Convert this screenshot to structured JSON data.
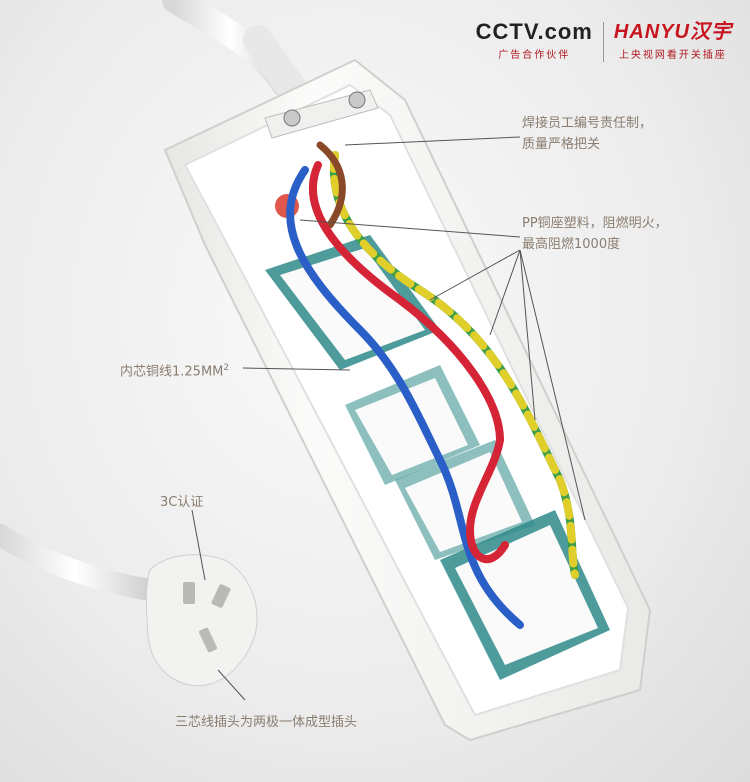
{
  "logos": {
    "cctv": {
      "name": "CCTV.com",
      "tagline": "广告合作伙伴"
    },
    "hanyu": {
      "name": "HANYU汉宇",
      "tagline": "上央视网看开关插座"
    }
  },
  "annotations": {
    "weld": {
      "line1": "焊接员工编号责任制，",
      "line2": "质量严格把关"
    },
    "pp": {
      "line1": "PP铜座塑料，阻燃明火，",
      "line2": "最高阻燃1000度"
    },
    "copper": {
      "text": "内芯铜线1.25MM",
      "sup": "2"
    },
    "cert": {
      "text": "3C认证"
    },
    "plug": {
      "text": "三芯线插头为两极一体成型插头"
    }
  },
  "colors": {
    "wire_live": "#d42436",
    "wire_neutral": "#2b5fc8",
    "wire_ground_yellow": "#e0cf2a",
    "wire_ground_green": "#3a9e4a",
    "wire_brown": "#8a4a2a",
    "socket_teal": "#2f8a8a",
    "housing": "#f5f5f3"
  }
}
